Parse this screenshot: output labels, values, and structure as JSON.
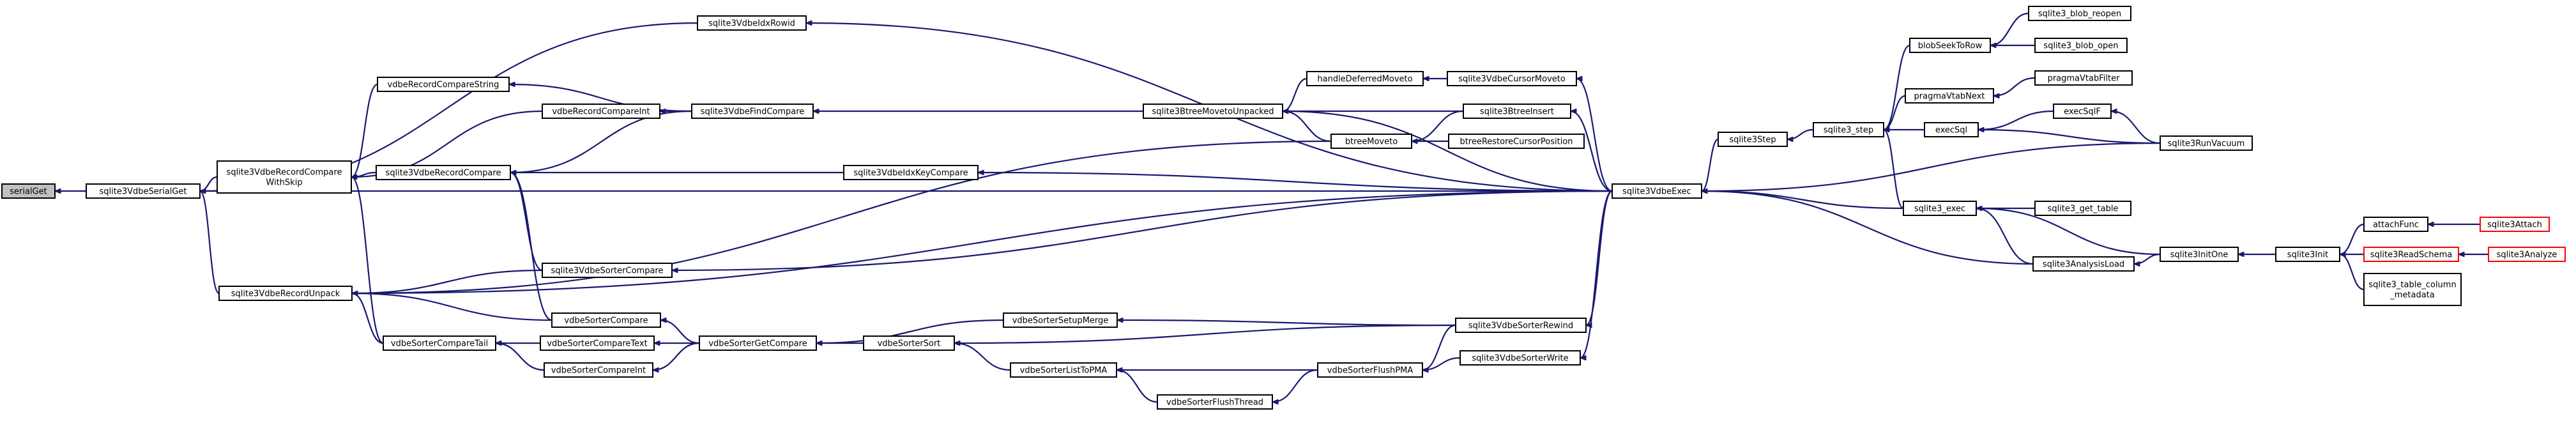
{
  "nodes": [
    {
      "id": "serialGet",
      "lines": [
        "serialGet"
      ],
      "root": true
    },
    {
      "id": "sqlite3VdbeSerialGet",
      "lines": [
        "sqlite3VdbeSerialGet"
      ]
    },
    {
      "id": "sqlite3VdbeIdxRowid",
      "lines": [
        "sqlite3VdbeIdxRowid"
      ]
    },
    {
      "id": "sqlite3VdbeRecordCompareWithSkip",
      "lines": [
        "sqlite3VdbeRecordCompare",
        "WithSkip"
      ]
    },
    {
      "id": "sqlite3VdbeRecordUnpack",
      "lines": [
        "sqlite3VdbeRecordUnpack"
      ]
    },
    {
      "id": "vdbeRecordCompareString",
      "lines": [
        "vdbeRecordCompareString"
      ]
    },
    {
      "id": "vdbeRecordCompareInt",
      "lines": [
        "vdbeRecordCompareInt"
      ]
    },
    {
      "id": "sqlite3VdbeRecordCompare",
      "lines": [
        "sqlite3VdbeRecordCompare"
      ]
    },
    {
      "id": "sqlite3VdbeFindCompare",
      "lines": [
        "sqlite3VdbeFindCompare"
      ]
    },
    {
      "id": "sqlite3VdbeSorterCompare",
      "lines": [
        "sqlite3VdbeSorterCompare"
      ]
    },
    {
      "id": "vdbeSorterCompare",
      "lines": [
        "vdbeSorterCompare"
      ]
    },
    {
      "id": "vdbeSorterCompareTail",
      "lines": [
        "vdbeSorterCompareTail"
      ]
    },
    {
      "id": "vdbeSorterCompareText",
      "lines": [
        "vdbeSorterCompareText"
      ]
    },
    {
      "id": "vdbeSorterCompareInt",
      "lines": [
        "vdbeSorterCompareInt"
      ]
    },
    {
      "id": "vdbeSorterGetCompare",
      "lines": [
        "vdbeSorterGetCompare"
      ]
    },
    {
      "id": "sqlite3VdbeIdxKeyCompare",
      "lines": [
        "sqlite3VdbeIdxKeyCompare"
      ]
    },
    {
      "id": "vdbeSorterSetupMerge",
      "lines": [
        "vdbeSorterSetupMerge"
      ]
    },
    {
      "id": "vdbeSorterSort",
      "lines": [
        "vdbeSorterSort"
      ]
    },
    {
      "id": "vdbeSorterListToPMA",
      "lines": [
        "vdbeSorterListToPMA"
      ]
    },
    {
      "id": "vdbeSorterFlushThread",
      "lines": [
        "vdbeSorterFlushThread"
      ]
    },
    {
      "id": "sqlite3BtreeMovetoUnpacked",
      "lines": [
        "sqlite3BtreeMovetoUnpacked"
      ]
    },
    {
      "id": "handleDeferredMoveto",
      "lines": [
        "handleDeferredMoveto"
      ]
    },
    {
      "id": "btreeMoveto",
      "lines": [
        "btreeMoveto"
      ]
    },
    {
      "id": "vdbeSorterFlushPMA",
      "lines": [
        "vdbeSorterFlushPMA"
      ]
    },
    {
      "id": "sqlite3VdbeCursorMoveto",
      "lines": [
        "sqlite3VdbeCursorMoveto"
      ]
    },
    {
      "id": "sqlite3BtreeInsert",
      "lines": [
        "sqlite3BtreeInsert"
      ]
    },
    {
      "id": "btreeRestoreCursorPosition",
      "lines": [
        "btreeRestoreCursorPosition"
      ]
    },
    {
      "id": "sqlite3VdbeSorterRewind",
      "lines": [
        "sqlite3VdbeSorterRewind"
      ]
    },
    {
      "id": "sqlite3VdbeSorterWrite",
      "lines": [
        "sqlite3VdbeSorterWrite"
      ]
    },
    {
      "id": "sqlite3VdbeExec",
      "lines": [
        "sqlite3VdbeExec"
      ]
    },
    {
      "id": "sqlite3Step",
      "lines": [
        "sqlite3Step"
      ]
    },
    {
      "id": "sqlite3_step",
      "lines": [
        "sqlite3_step"
      ]
    },
    {
      "id": "sqlite3_exec",
      "lines": [
        "sqlite3_exec"
      ]
    },
    {
      "id": "sqlite3AnalysisLoad",
      "lines": [
        "sqlite3AnalysisLoad"
      ]
    },
    {
      "id": "blobSeekToRow",
      "lines": [
        "blobSeekToRow"
      ]
    },
    {
      "id": "pragmaVtabNext",
      "lines": [
        "pragmaVtabNext"
      ]
    },
    {
      "id": "execSql",
      "lines": [
        "execSql"
      ]
    },
    {
      "id": "sqlite3_get_table",
      "lines": [
        "sqlite3_get_table"
      ]
    },
    {
      "id": "sqlite3InitOne",
      "lines": [
        "sqlite3InitOne"
      ]
    },
    {
      "id": "sqlite3_blob_reopen",
      "lines": [
        "sqlite3_blob_reopen"
      ]
    },
    {
      "id": "sqlite3_blob_open",
      "lines": [
        "sqlite3_blob_open"
      ]
    },
    {
      "id": "pragmaVtabFilter",
      "lines": [
        "pragmaVtabFilter"
      ]
    },
    {
      "id": "execSqlF",
      "lines": [
        "execSqlF"
      ]
    },
    {
      "id": "sqlite3RunVacuum",
      "lines": [
        "sqlite3RunVacuum"
      ]
    },
    {
      "id": "sqlite3Init",
      "lines": [
        "sqlite3Init"
      ]
    },
    {
      "id": "attachFunc",
      "lines": [
        "attachFunc"
      ]
    },
    {
      "id": "sqlite3ReadSchema",
      "lines": [
        "sqlite3ReadSchema"
      ],
      "red": true
    },
    {
      "id": "sqlite3_table_column_metadata",
      "lines": [
        "sqlite3_table_column",
        "_metadata"
      ]
    },
    {
      "id": "sqlite3Attach",
      "lines": [
        "sqlite3Attach"
      ],
      "red": true
    },
    {
      "id": "sqlite3Analyze",
      "lines": [
        "sqlite3Analyze"
      ],
      "red": true
    }
  ],
  "edges": [
    [
      "sqlite3VdbeSerialGet",
      "serialGet"
    ],
    [
      "sqlite3VdbeIdxRowid",
      "sqlite3VdbeSerialGet"
    ],
    [
      "sqlite3VdbeRecordCompareWithSkip",
      "sqlite3VdbeSerialGet"
    ],
    [
      "sqlite3VdbeRecordUnpack",
      "sqlite3VdbeSerialGet"
    ],
    [
      "sqlite3VdbeExec",
      "sqlite3VdbeSerialGet"
    ],
    [
      "sqlite3VdbeExec",
      "sqlite3VdbeIdxRowid"
    ],
    [
      "vdbeRecordCompareString",
      "sqlite3VdbeRecordCompareWithSkip"
    ],
    [
      "vdbeRecordCompareInt",
      "sqlite3VdbeRecordCompareWithSkip"
    ],
    [
      "sqlite3VdbeRecordCompare",
      "sqlite3VdbeRecordCompareWithSkip"
    ],
    [
      "vdbeSorterCompareTail",
      "sqlite3VdbeRecordCompareWithSkip"
    ],
    [
      "sqlite3VdbeFindCompare",
      "vdbeRecordCompareString"
    ],
    [
      "sqlite3VdbeFindCompare",
      "vdbeRecordCompareInt"
    ],
    [
      "sqlite3VdbeFindCompare",
      "sqlite3VdbeRecordCompare"
    ],
    [
      "sqlite3VdbeIdxKeyCompare",
      "sqlite3VdbeRecordCompare"
    ],
    [
      "sqlite3VdbeSorterCompare",
      "sqlite3VdbeRecordCompare"
    ],
    [
      "vdbeSorterCompare",
      "sqlite3VdbeRecordCompare"
    ],
    [
      "sqlite3BtreeMovetoUnpacked",
      "sqlite3VdbeFindCompare"
    ],
    [
      "sqlite3VdbeSorterCompare",
      "sqlite3VdbeRecordUnpack"
    ],
    [
      "vdbeSorterCompare",
      "sqlite3VdbeRecordUnpack"
    ],
    [
      "vdbeSorterCompareTail",
      "sqlite3VdbeRecordUnpack"
    ],
    [
      "btreeMoveto",
      "sqlite3VdbeRecordUnpack"
    ],
    [
      "sqlite3VdbeExec",
      "sqlite3VdbeRecordUnpack"
    ],
    [
      "vdbeSorterCompareText",
      "vdbeSorterCompareTail"
    ],
    [
      "vdbeSorterCompareInt",
      "vdbeSorterCompareTail"
    ],
    [
      "vdbeSorterGetCompare",
      "vdbeSorterCompare"
    ],
    [
      "vdbeSorterGetCompare",
      "vdbeSorterCompareText"
    ],
    [
      "vdbeSorterGetCompare",
      "vdbeSorterCompareInt"
    ],
    [
      "vdbeSorterSetupMerge",
      "vdbeSorterGetCompare"
    ],
    [
      "vdbeSorterSort",
      "vdbeSorterGetCompare"
    ],
    [
      "sqlite3VdbeExec",
      "sqlite3VdbeIdxKeyCompare"
    ],
    [
      "sqlite3VdbeExec",
      "sqlite3VdbeSorterCompare"
    ],
    [
      "sqlite3VdbeSorterRewind",
      "vdbeSorterSetupMerge"
    ],
    [
      "sqlite3VdbeSorterRewind",
      "vdbeSorterSort"
    ],
    [
      "vdbeSorterListToPMA",
      "vdbeSorterSort"
    ],
    [
      "vdbeSorterFlushThread",
      "vdbeSorterListToPMA"
    ],
    [
      "vdbeSorterFlushPMA",
      "vdbeSorterListToPMA"
    ],
    [
      "vdbeSorterFlushPMA",
      "vdbeSorterFlushThread"
    ],
    [
      "sqlite3VdbeSorterRewind",
      "vdbeSorterFlushPMA"
    ],
    [
      "sqlite3VdbeSorterWrite",
      "vdbeSorterFlushPMA"
    ],
    [
      "handleDeferredMoveto",
      "sqlite3BtreeMovetoUnpacked"
    ],
    [
      "btreeMoveto",
      "sqlite3BtreeMovetoUnpacked"
    ],
    [
      "sqlite3BtreeInsert",
      "sqlite3BtreeMovetoUnpacked"
    ],
    [
      "sqlite3VdbeExec",
      "sqlite3BtreeMovetoUnpacked"
    ],
    [
      "sqlite3VdbeCursorMoveto",
      "handleDeferredMoveto"
    ],
    [
      "sqlite3BtreeInsert",
      "btreeMoveto"
    ],
    [
      "btreeRestoreCursorPosition",
      "btreeMoveto"
    ],
    [
      "sqlite3VdbeExec",
      "sqlite3VdbeCursorMoveto"
    ],
    [
      "sqlite3VdbeExec",
      "sqlite3BtreeInsert"
    ],
    [
      "sqlite3VdbeExec",
      "sqlite3VdbeSorterRewind"
    ],
    [
      "sqlite3VdbeExec",
      "sqlite3VdbeSorterWrite"
    ],
    [
      "sqlite3Step",
      "sqlite3VdbeExec"
    ],
    [
      "sqlite3_step",
      "sqlite3Step"
    ],
    [
      "sqlite3_exec",
      "sqlite3VdbeExec"
    ],
    [
      "sqlite3AnalysisLoad",
      "sqlite3VdbeExec"
    ],
    [
      "sqlite3RunVacuum",
      "sqlite3VdbeExec"
    ],
    [
      "blobSeekToRow",
      "sqlite3_step"
    ],
    [
      "pragmaVtabNext",
      "sqlite3_step"
    ],
    [
      "execSql",
      "sqlite3_step"
    ],
    [
      "sqlite3_exec",
      "sqlite3_step"
    ],
    [
      "sqlite3_get_table",
      "sqlite3_exec"
    ],
    [
      "sqlite3InitOne",
      "sqlite3_exec"
    ],
    [
      "sqlite3AnalysisLoad",
      "sqlite3_exec"
    ],
    [
      "sqlite3InitOne",
      "sqlite3AnalysisLoad"
    ],
    [
      "sqlite3_blob_reopen",
      "blobSeekToRow"
    ],
    [
      "sqlite3_blob_open",
      "blobSeekToRow"
    ],
    [
      "pragmaVtabFilter",
      "pragmaVtabNext"
    ],
    [
      "execSqlF",
      "execSql"
    ],
    [
      "sqlite3RunVacuum",
      "execSql"
    ],
    [
      "sqlite3RunVacuum",
      "execSqlF"
    ],
    [
      "sqlite3Init",
      "sqlite3InitOne"
    ],
    [
      "attachFunc",
      "sqlite3Init"
    ],
    [
      "sqlite3ReadSchema",
      "sqlite3Init"
    ],
    [
      "sqlite3_table_column_metadata",
      "sqlite3Init"
    ],
    [
      "sqlite3Attach",
      "attachFunc"
    ],
    [
      "sqlite3Analyze",
      "sqlite3ReadSchema"
    ]
  ]
}
